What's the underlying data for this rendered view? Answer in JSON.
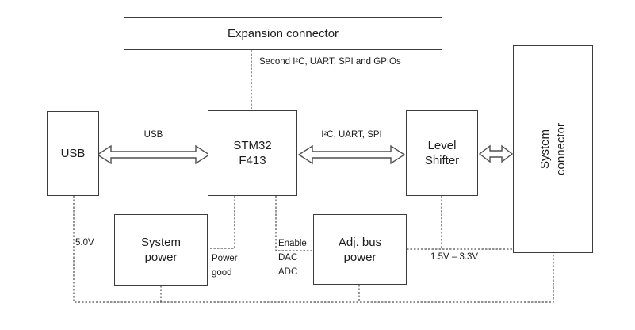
{
  "boxes": {
    "expansion_connector": "Expansion connector",
    "usb": "USB",
    "stm32": "STM32\nF413",
    "level_shifter": "Level\nShifter",
    "system_connector": "System\nconnector",
    "system_power": "System\npower",
    "adj_bus_power": "Adj. bus\npower"
  },
  "labels": {
    "second_bus": "Second I²C, UART, SPI and GPIOs",
    "usb_bus": "USB",
    "i2c_bus": "I²C, UART, SPI",
    "v5": "5.0V",
    "power_good": "Power\ngood",
    "enable_dac_adc": "Enable\nDAC\nADC",
    "voltage_range": "1.5V – 3.3V"
  },
  "colors": {
    "line": "#4f4f4f",
    "border": "#3d3d3d",
    "text": "#1c1c1c",
    "background": "#ffffff"
  }
}
